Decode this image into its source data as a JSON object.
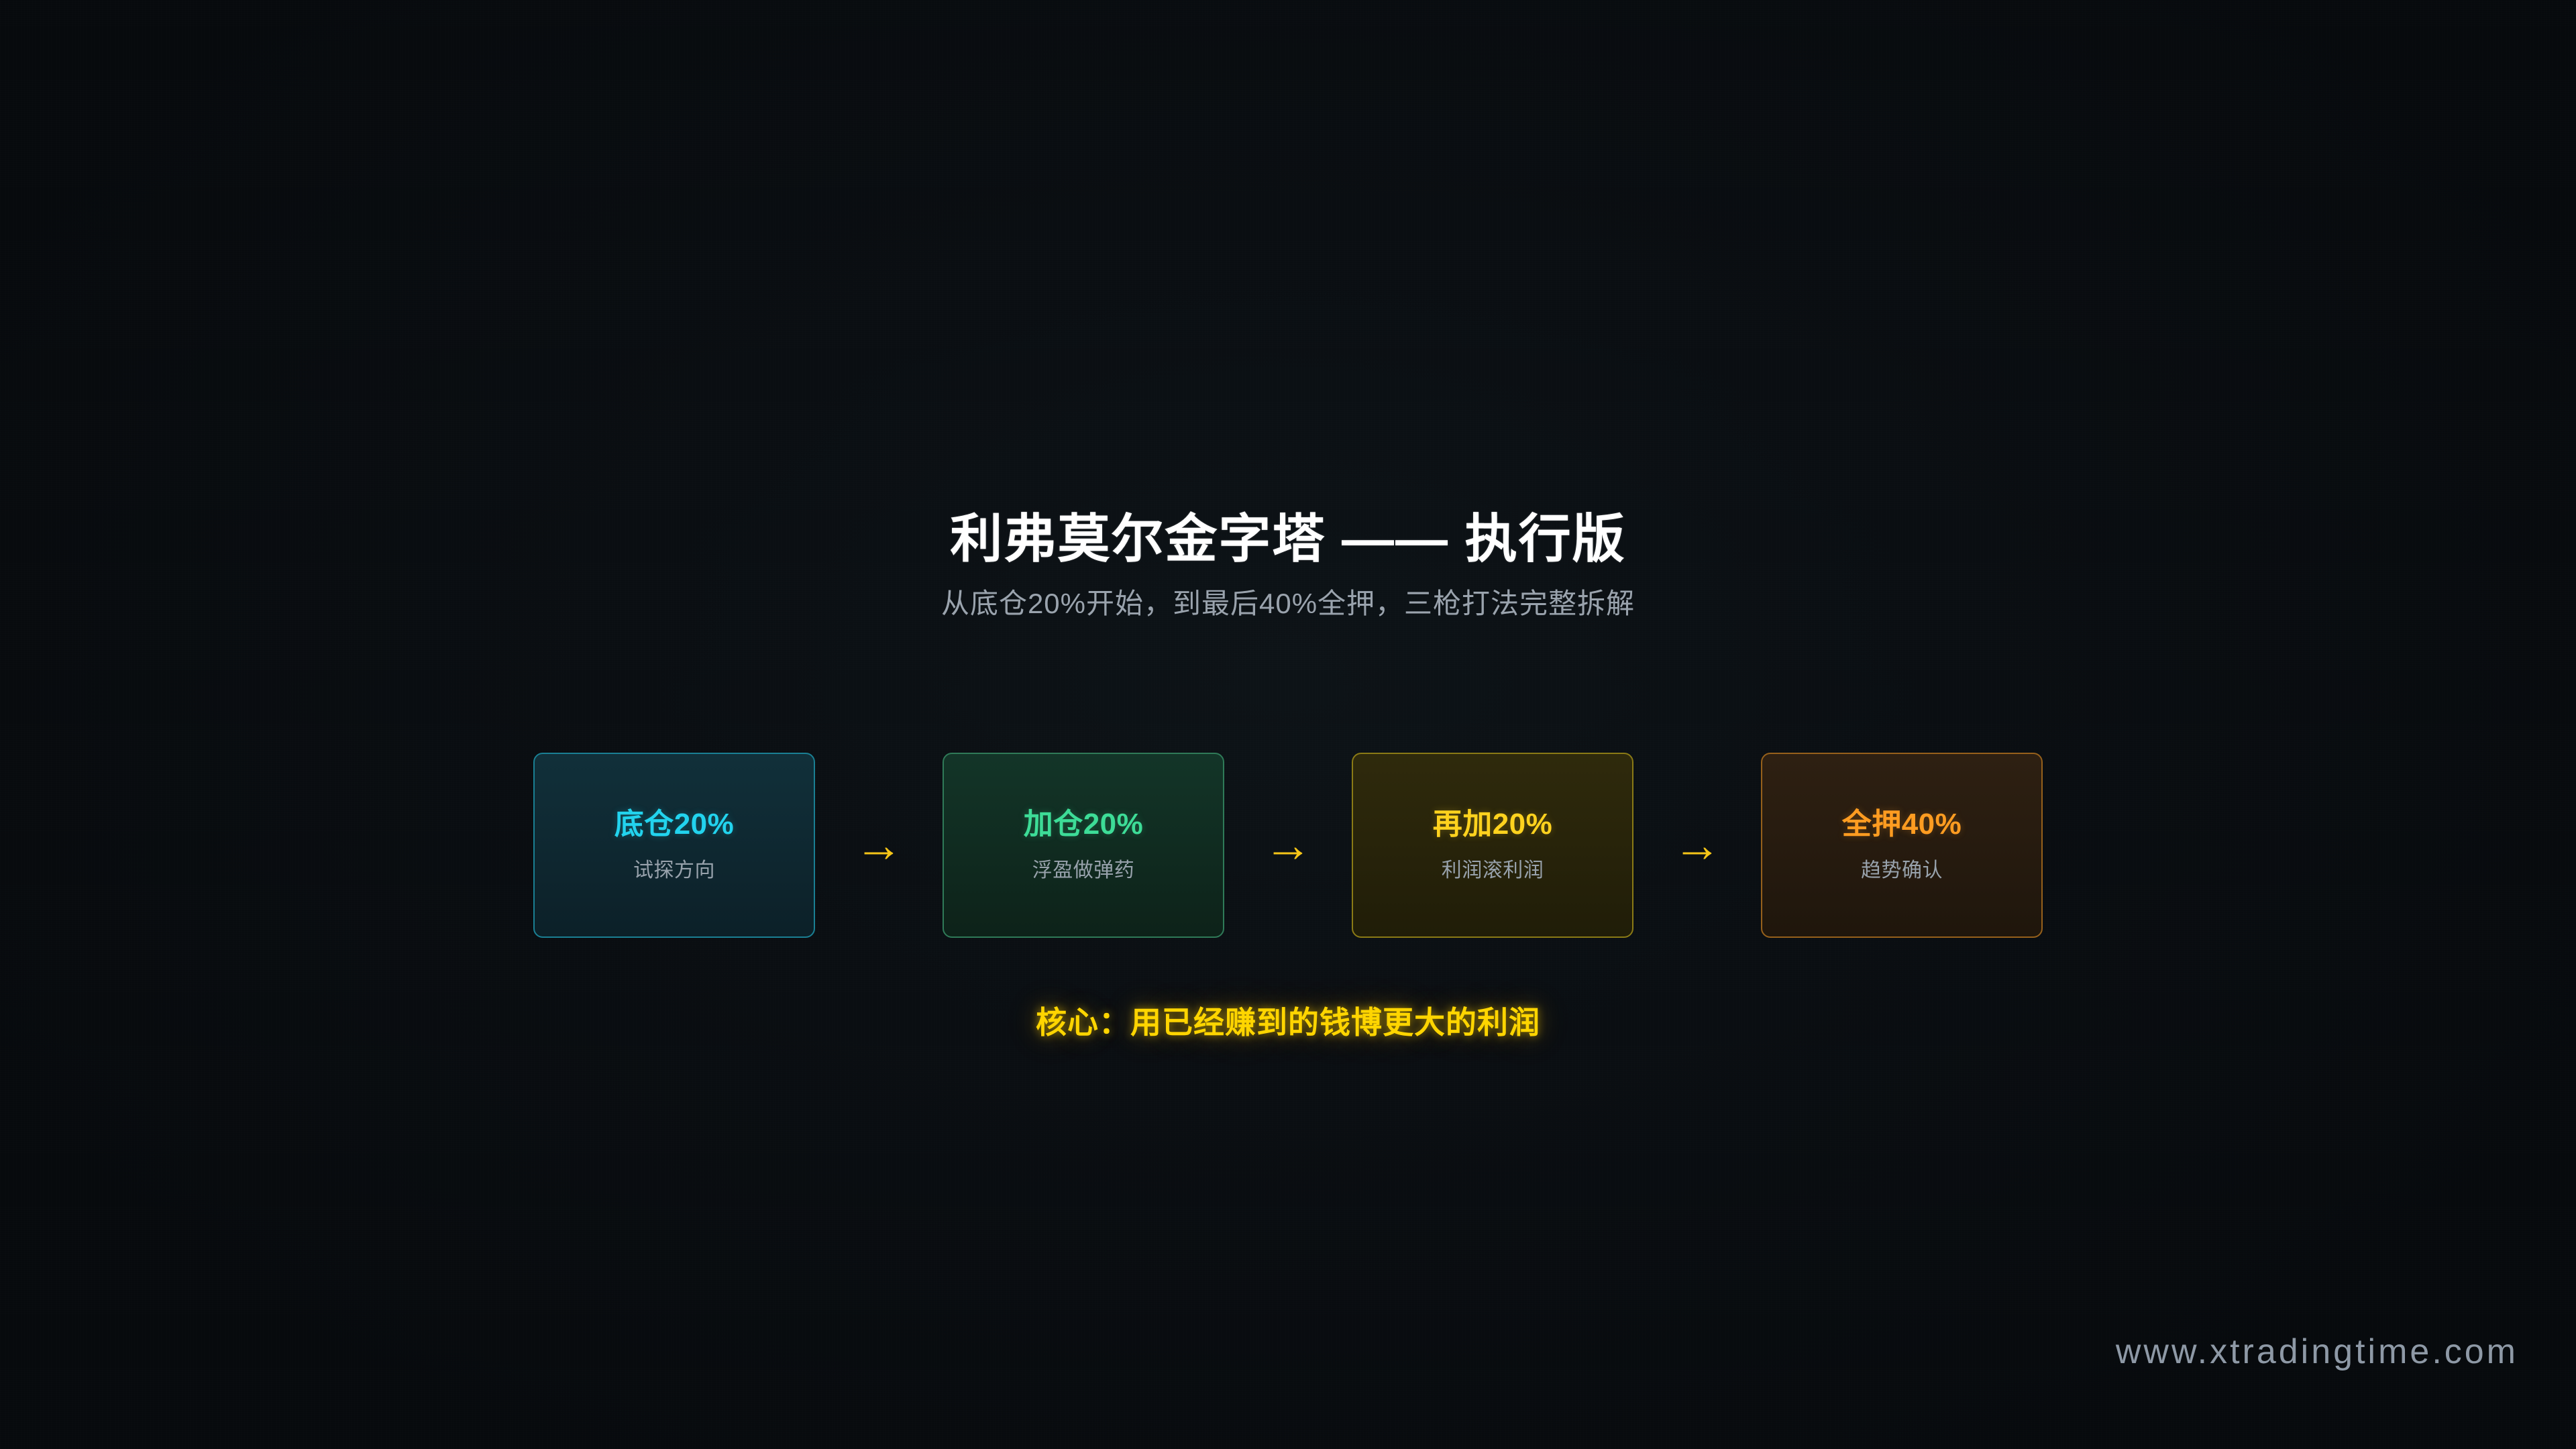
{
  "header": {
    "title": "利弗莫尔金字塔 —— 执行版",
    "subtitle": "从底仓20%开始，到最后40%全押，三枪打法完整拆解"
  },
  "flow": {
    "arrow_glyph": "→",
    "arrow_color": "#f5c518",
    "steps": [
      {
        "title": "底仓20%",
        "subtitle": "试探方向",
        "percent": "20%",
        "accent": "#22d3ee",
        "border": "#1a7f93",
        "fill_top": "#11303a",
        "fill_bottom": "#0c2028"
      },
      {
        "title": "加仓20%",
        "subtitle": "浮盈做弹药",
        "percent": "20%",
        "accent": "#3ddc97",
        "border": "#2f7a58",
        "fill_top": "#133528",
        "fill_bottom": "#0d2219"
      },
      {
        "title": "再加20%",
        "subtitle": "利润滚利润",
        "percent": "20%",
        "accent": "#ffd21e",
        "border": "#8a7a15",
        "fill_top": "#2f2a0c",
        "fill_bottom": "#201d08"
      },
      {
        "title": "全押40%",
        "subtitle": "趋势确认",
        "percent": "40%",
        "accent": "#ff9c21",
        "border": "#96601b",
        "fill_top": "#2e2012",
        "fill_bottom": "#1f160c"
      }
    ]
  },
  "core": {
    "text": "核心：用已经赚到的钱博更大的利润",
    "color": "#ffd500"
  },
  "footer": {
    "site": "www.xtradingtime.com"
  }
}
